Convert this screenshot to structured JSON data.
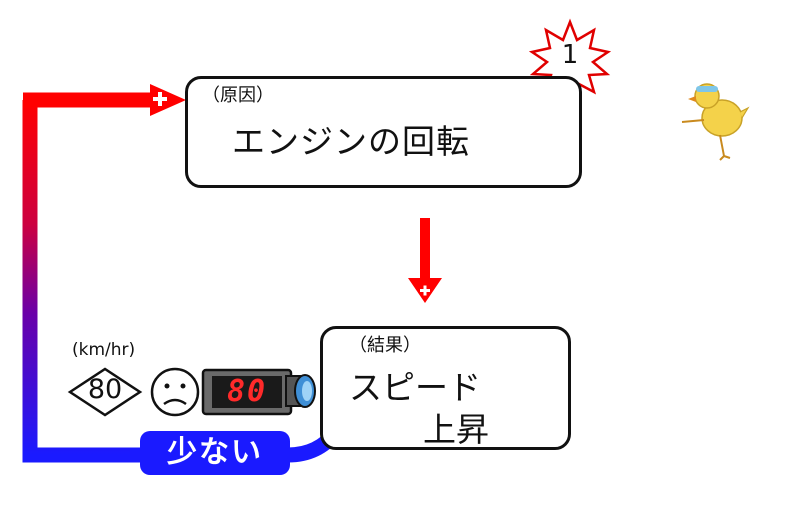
{
  "cause": {
    "tag": "（原因）",
    "text": "エンジンの回転"
  },
  "result": {
    "tag": "（結果）",
    "line1": "スピード",
    "line2": "上昇"
  },
  "badge": {
    "number": "1"
  },
  "speed_unit": "(km/hr)",
  "speed_sign": "80",
  "speed_display": "80",
  "less_label": "少ない",
  "plus_sign": "+",
  "colors": {
    "red": "#ff0000",
    "blue": "#1a1aff",
    "arrow_blue": "#1a1acc",
    "chick_yellow": "#f4d24a"
  },
  "icons": [
    "down-arrow-icon",
    "starburst-icon",
    "frown-face-icon",
    "speed-camera-icon",
    "chick-icon",
    "plus-icon"
  ]
}
